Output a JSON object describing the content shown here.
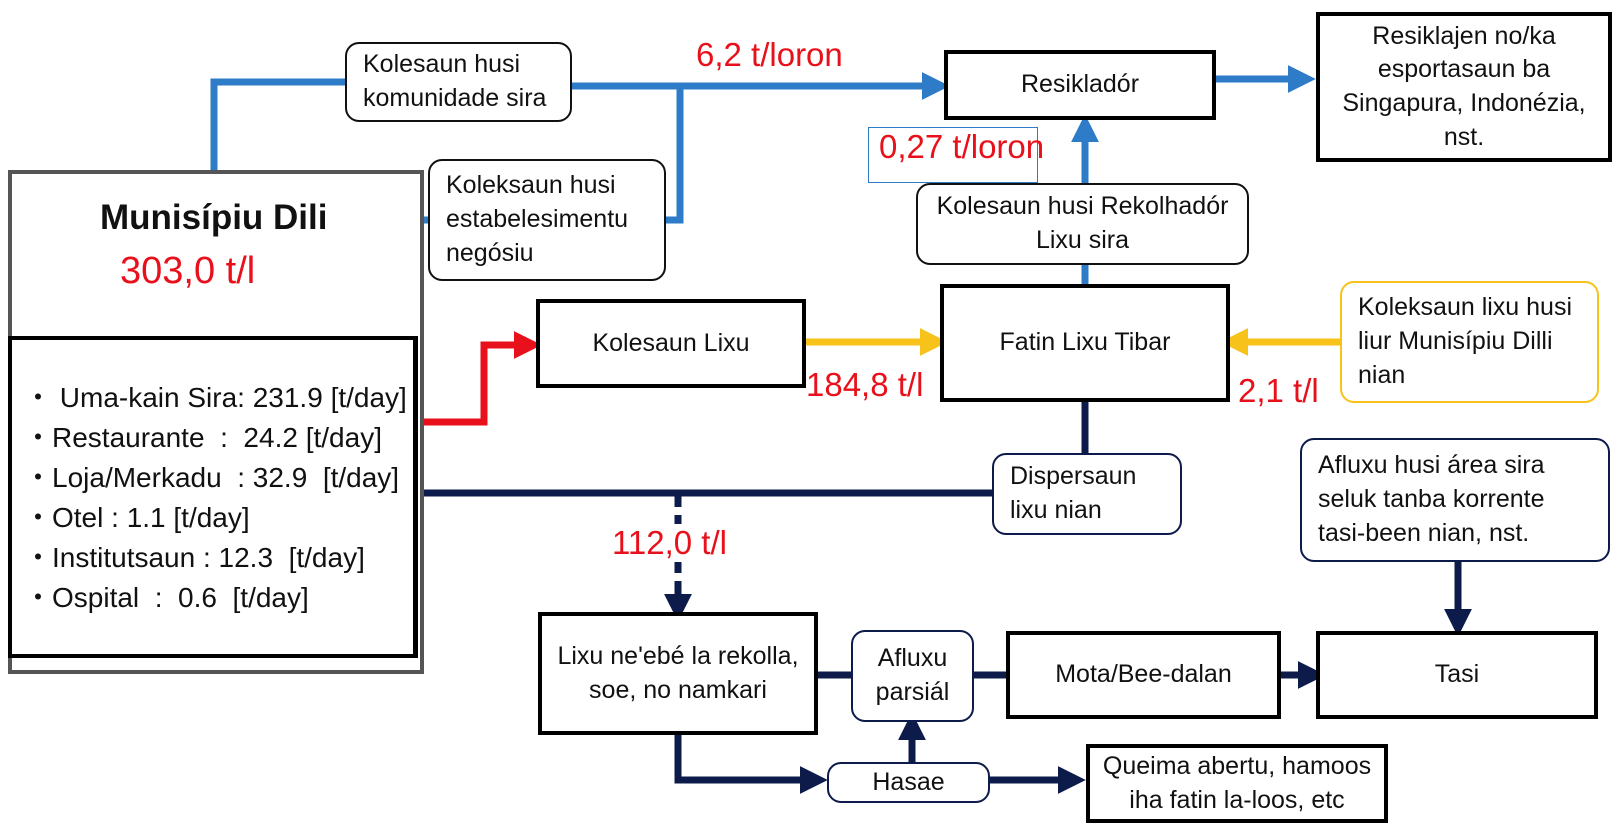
{
  "colors": {
    "blue": "#2e7bc8",
    "navy": "#0d1b4b",
    "red": "#e8101a",
    "yellow": "#f7c21a"
  },
  "municipality": {
    "title": "Munisípiu Dili",
    "total": "303,0  t/l",
    "sources": [
      "・ Uma-kain Sira: 231.9 [t/day]",
      "・Restaurante  :  24.2 [t/day]",
      "・Loja/Merkadu  : 32.9  [t/day]",
      "・Otel : 1.1 [t/day]",
      "・Institutsaun : 12.3  [t/day]",
      "・Ospital  :  0.6  [t/day]"
    ]
  },
  "nodes": {
    "community_collection": "Kolesaun husi\nkomunidade sira",
    "business_collection": "Koleksaun husi\nestabelesimentu\nnegósiu",
    "recycler": "Resikladór",
    "export": "Resiklajen no/ka\nesportasaun ba\nSingapura, Indonézia,\nnst.",
    "scavenger_collection": "Kolesaun husi Rekolhadór\nLixu sira",
    "waste_collection": "Kolesaun Lixu",
    "tibar_landfill": "Fatin Lixu Tibar",
    "outside_collection": "Koleksaun lixu husi\nliur Munisípiu Dilli\nnian",
    "waste_dispersal": "Dispersaun\nlixu nian",
    "outflow_source": "Afluxu husi área sira\nseluk tanba korrente\ntasi-been nian, nst.",
    "uncollected": "Lixu ne'ebé la rekolla,\nsoe, no namkari",
    "partial_outflow": "Afluxu\nparsiál",
    "rivers": "Mota/Bee-dalan",
    "sea": "Tasi",
    "burning": "Hasae",
    "open_burning": "Queima abertu, hamoos\niha fatin la-loos, etc"
  },
  "flow_labels": {
    "recycling_flow": "6,2 t/loron",
    "scavenger_flow": "0,27 t/loron",
    "collected_flow": "184,8 t/l",
    "outside_flow": "2,1 t/l",
    "uncollected_flow": "112,0 t/l"
  }
}
